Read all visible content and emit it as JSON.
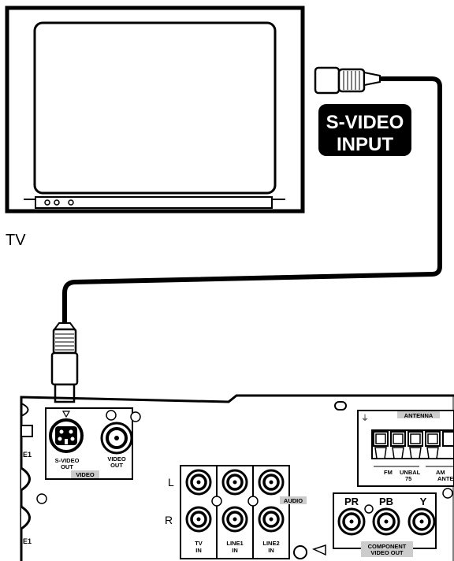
{
  "tv": {
    "label": "TV"
  },
  "callout": {
    "line1": "S-VIDEO",
    "line2": "INPUT"
  },
  "receiver": {
    "partial_left_jack_label": "E1",
    "partial_left_bottom_label": "E1",
    "svideo_out": {
      "line1": "S-VIDEO",
      "line2": "OUT"
    },
    "video_out": {
      "line1": "VIDEO",
      "line2": "OUT"
    },
    "video_section": "VIDEO",
    "channel_left": "L",
    "channel_right": "R",
    "audio_section": "AUDIO",
    "audio_inputs": [
      {
        "line1": "TV",
        "line2": "IN"
      },
      {
        "line1": "LINE1",
        "line2": "IN"
      },
      {
        "line1": "LINE2",
        "line2": "IN"
      }
    ],
    "antenna": {
      "title": "ANTENNA",
      "fm_label": "FM",
      "unbal_label": "UNBAL",
      "unbal_value": "75",
      "am_label": "AM",
      "am_sub": "ANTE"
    },
    "component": {
      "jacks": [
        "PR",
        "PB",
        "Y"
      ],
      "title_line1": "COMPONENT",
      "title_line2": "VIDEO OUT"
    }
  }
}
